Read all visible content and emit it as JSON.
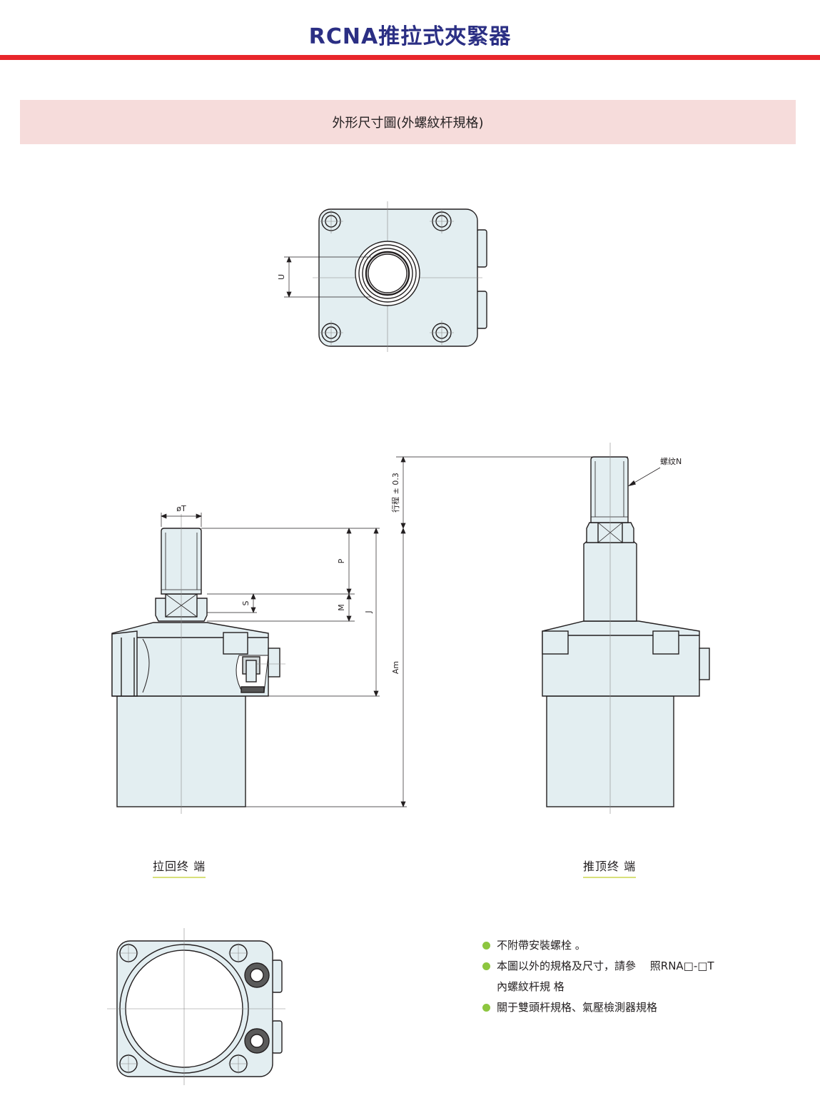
{
  "header": {
    "title": "RCNA推拉式夾緊器",
    "section_title": "外形尺寸圖(外螺紋杆規格)"
  },
  "labels": {
    "U": "U",
    "phiT": "øT",
    "P": "P",
    "S": "S",
    "M": "M",
    "J": "J",
    "Am": "Am",
    "stroke": "行程 ± 0.3",
    "thread_n": "螺纹N"
  },
  "captions": {
    "pull_end": "拉回终 端",
    "push_end": "推顶终 端"
  },
  "notes": [
    {
      "text": "不附帶安裝螺栓 。",
      "bullet": true
    },
    {
      "text": "本圖以外的規格及尺寸，請參　 照RNA□-□T",
      "bullet": true
    },
    {
      "text": "內螺紋杆規 格",
      "bullet": false
    },
    {
      "text": "關于雙頭杆規格、氣壓檢測器規格",
      "bullet": true
    }
  ],
  "colors": {
    "title": "#2b2f84",
    "red_bar": "#e8262b",
    "section_bg": "#f6dcdb",
    "part_fill": "#e3eef1",
    "bullet": "#8dc63f"
  }
}
